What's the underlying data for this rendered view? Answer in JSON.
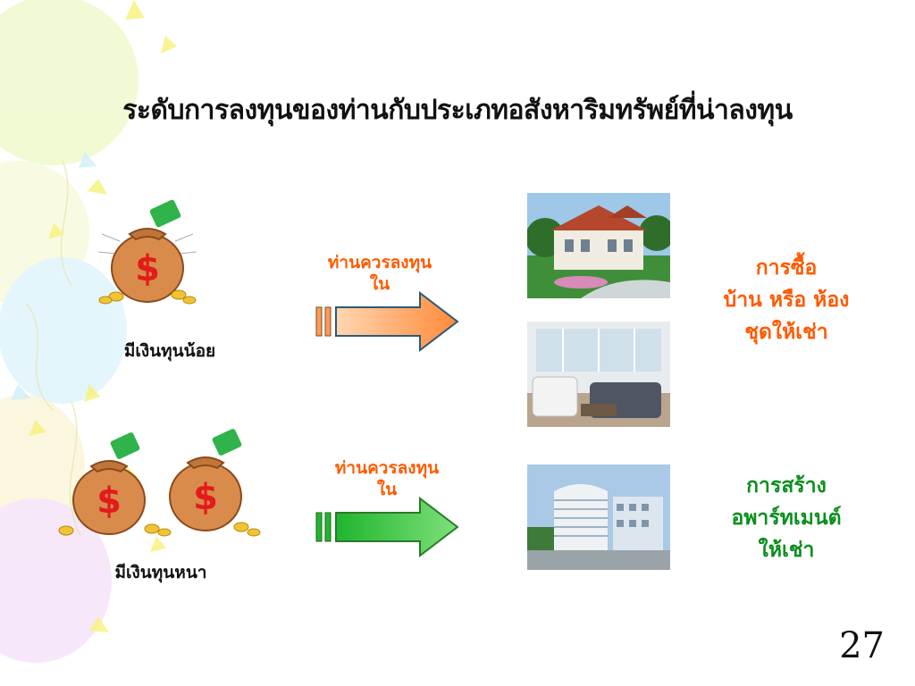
{
  "slide": {
    "title": "ระดับการลงทุนของท่านกับประเภทอสังหาริมทรัพย์ที่น่าลงทุน",
    "page_number": "27"
  },
  "row_low": {
    "label": "มีเงินทุนน้อย",
    "arrow_line1": "ท่านควรลงทุน",
    "arrow_line2": "ใน",
    "result_line1": "การซื้อ",
    "result_line2": "บ้าน หรือ ห้อง",
    "result_line3": "ชุดให้เช่า"
  },
  "row_high": {
    "label": "มีเงินทุนหนา",
    "arrow_line1": "ท่านควรลงทุน",
    "arrow_line2": "ใน",
    "result_line1": "การสร้าง",
    "result_line2": "อพาร์ทเมนต์",
    "result_line3": "ให้เช่า"
  },
  "colors": {
    "orange_text": "#ff5a00",
    "green_text": "#0a8f1e",
    "orange_arrow": "#ff9a55",
    "green_arrow": "#33cc33"
  },
  "icons": {
    "money_bag": "money-bag-icon",
    "arrow": "arrow-right-icon"
  }
}
